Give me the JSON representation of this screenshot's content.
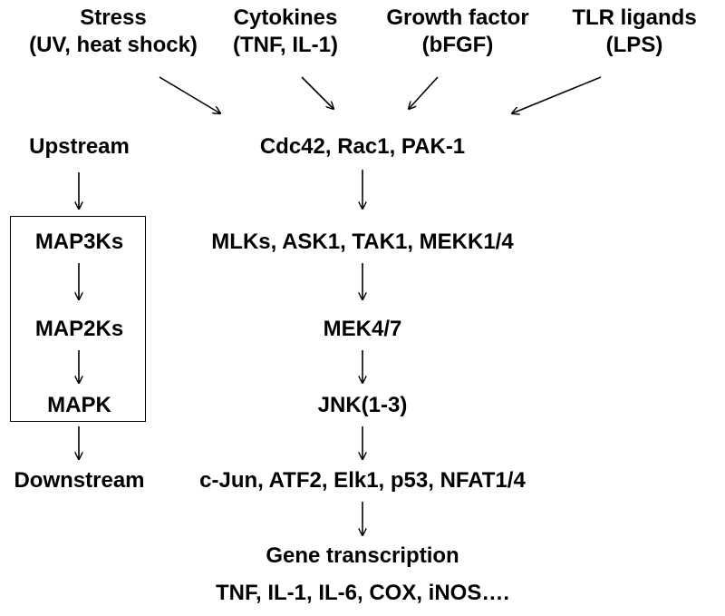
{
  "stimuli": [
    {
      "line1": "Stress",
      "line2": "(UV, heat shock)"
    },
    {
      "line1": "Cytokines",
      "line2": "(TNF, IL-1)"
    },
    {
      "line1": "Growth factor",
      "line2": "(bFGF)"
    },
    {
      "line1": "TLR ligands",
      "line2": "(LPS)"
    }
  ],
  "legend": {
    "upstream": "Upstream",
    "map3ks": "MAP3Ks",
    "map2ks": "MAP2Ks",
    "mapk": "MAPK",
    "downstream": "Downstream"
  },
  "pathway": {
    "upstream": "Cdc42, Rac1, PAK-1",
    "map3k": "MLKs, ASK1, TAK1, MEKK1/4",
    "map2k": "MEK4/7",
    "mapk": "JNK(1-3)",
    "downstream": "c-Jun, ATF2, Elk1, p53, NFAT1/4",
    "transcription": "Gene transcription",
    "genes": "TNF, IL-1, IL-6, COX, iNOS…."
  }
}
